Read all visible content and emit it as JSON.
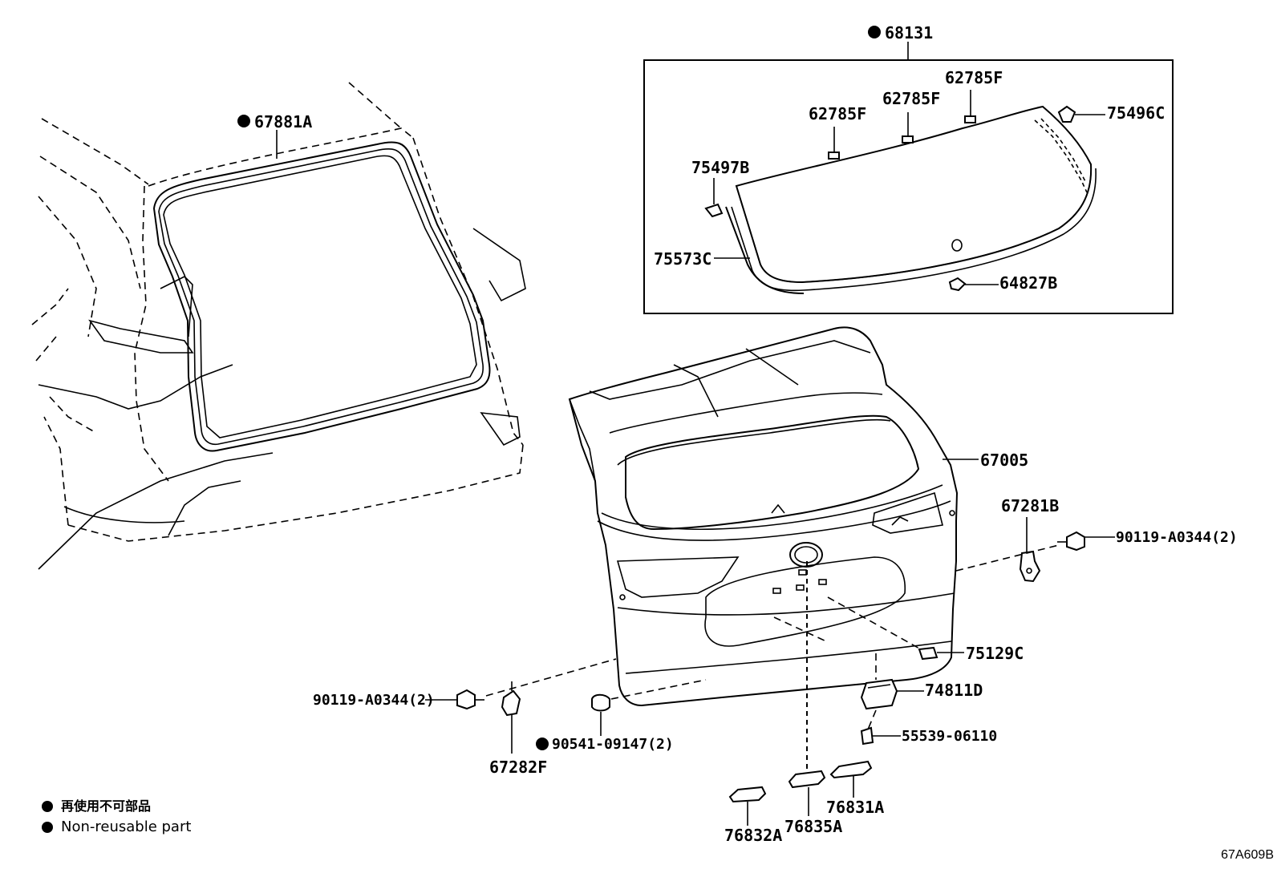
{
  "labels": {
    "p68131": "68131",
    "p67881A": "67881A",
    "p62785F_a": "62785F",
    "p62785F_b": "62785F",
    "p62785F_c": "62785F",
    "p75496C": "75496C",
    "p75497B": "75497B",
    "p75573C": "75573C",
    "p64827B": "64827B",
    "p67005": "67005",
    "p67281B": "67281B",
    "p90119_right": "90119-A0344(2)",
    "p75129C": "75129C",
    "p74811D": "74811D",
    "p55539": "55539-06110",
    "p90119_left": "90119-A0344(2)",
    "p90541": "90541-09147(2)",
    "p67282F": "67282F",
    "p76831A": "76831A",
    "p76832A": "76832A",
    "p76835A": "76835A"
  },
  "legend": {
    "japanese": "再使用不可部品",
    "english": "Non-reusable part"
  },
  "diagram_code": "67A609B"
}
